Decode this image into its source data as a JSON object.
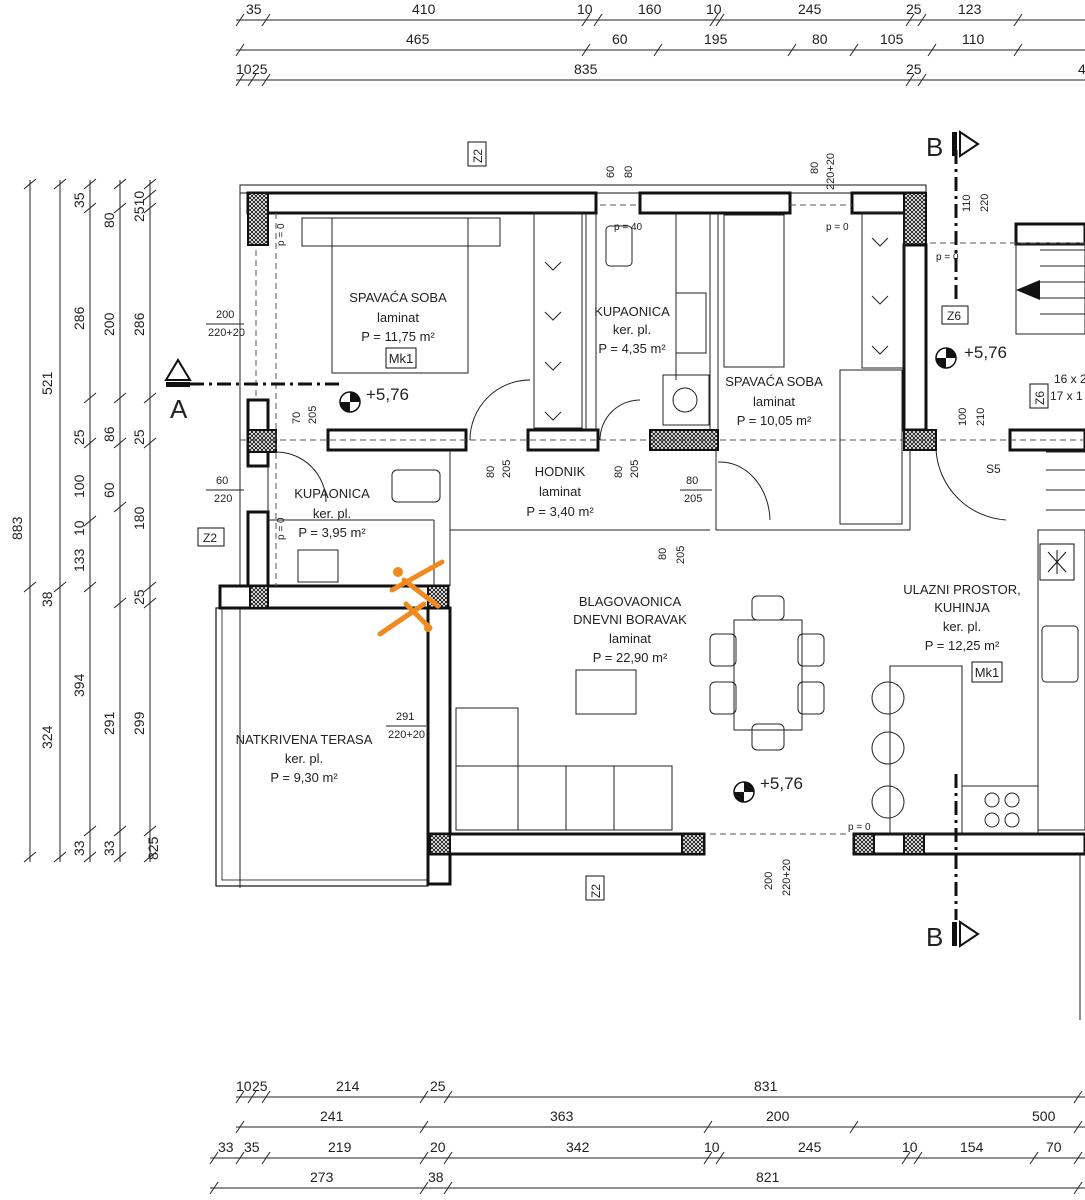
{
  "dimensions": {
    "top_row1": [
      "35",
      "410",
      "10",
      "160",
      "10",
      "245",
      "25",
      "123"
    ],
    "top_row2": [
      "465",
      "60",
      "195",
      "80",
      "105",
      "110"
    ],
    "top_row3": [
      "10",
      "25",
      "835",
      "25",
      "4"
    ],
    "left_col1": [
      "521",
      "883"
    ],
    "left_col2": [
      "35",
      "286",
      "25",
      "100",
      "10",
      "133",
      "38",
      "394",
      "324",
      "33"
    ],
    "left_col3": [
      "80",
      "200",
      "86",
      "60",
      "180",
      "291",
      "33"
    ],
    "left_col4": [
      "2510",
      "286",
      "25",
      "25",
      "299",
      "825"
    ],
    "bottom_row1": [
      "10",
      "25",
      "214",
      "25",
      "831"
    ],
    "bottom_row2": [
      "241",
      "363",
      "200",
      "500"
    ],
    "bottom_row3": [
      "33",
      "35",
      "219",
      "20",
      "342",
      "10",
      "245",
      "10",
      "154",
      "70"
    ],
    "bottom_row4": [
      "273",
      "38",
      "821"
    ]
  },
  "rooms": [
    {
      "name": "SPAVAĆA SOBA",
      "finish": "laminat",
      "area": "P = 11,75 m²",
      "tag": "Mk1"
    },
    {
      "name": "KUPAONICA",
      "finish": "ker. pl.",
      "area": "P = 4,35 m²"
    },
    {
      "name": "SPAVAĆA SOBA",
      "finish": "laminat",
      "area": "P = 10,05 m²"
    },
    {
      "name": "KUPAONICA",
      "finish": "ker. pl.",
      "area": "P = 3,95 m²"
    },
    {
      "name": "HODNIK",
      "finish": "laminat",
      "area": "P = 3,40 m²"
    },
    {
      "name": "BLAGOVAONICA",
      "name2": "DNEVNI BORAVAK",
      "finish": "laminat",
      "area": "P = 22,90 m²"
    },
    {
      "name": "ULAZNI PROSTOR,",
      "name2": "KUHINJA",
      "finish": "ker. pl.",
      "area": "P = 12,25 m²",
      "tag": "Mk1"
    },
    {
      "name": "NATKRIVENA TERASA",
      "finish": "ker. pl.",
      "area": "P = 9,30 m²"
    }
  ],
  "levels": [
    "+5,76",
    "+5,76",
    "+5,76"
  ],
  "section_marks": {
    "a": "A",
    "b": "B"
  },
  "tags": {
    "z2": "Z2",
    "z6": "Z6",
    "s5": "S5",
    "p0": "p = 0",
    "p40": "p = 40"
  },
  "openings": {
    "o1": "200",
    "o1b": "220+20",
    "o2": "60",
    "o2b": "220",
    "o3": "291",
    "o3b": "220+20",
    "o4": "200",
    "o4b": "220+20",
    "d1": "70",
    "d1b": "205",
    "d2": "80",
    "d2b": "205",
    "d3": "80",
    "d3b": "205",
    "d4": "80",
    "d4b": "205",
    "d5": "80",
    "d5b": "205",
    "d6": "100",
    "d6b": "210",
    "w1": "60",
    "w1b": "80",
    "w2": "80",
    "w2b": "220+20",
    "w3": "110",
    "w3b": "220",
    "st": "16 x 2",
    "st2": "17 x 1"
  },
  "colors": {
    "logo": "#f08a1e",
    "wall": "#111111"
  }
}
